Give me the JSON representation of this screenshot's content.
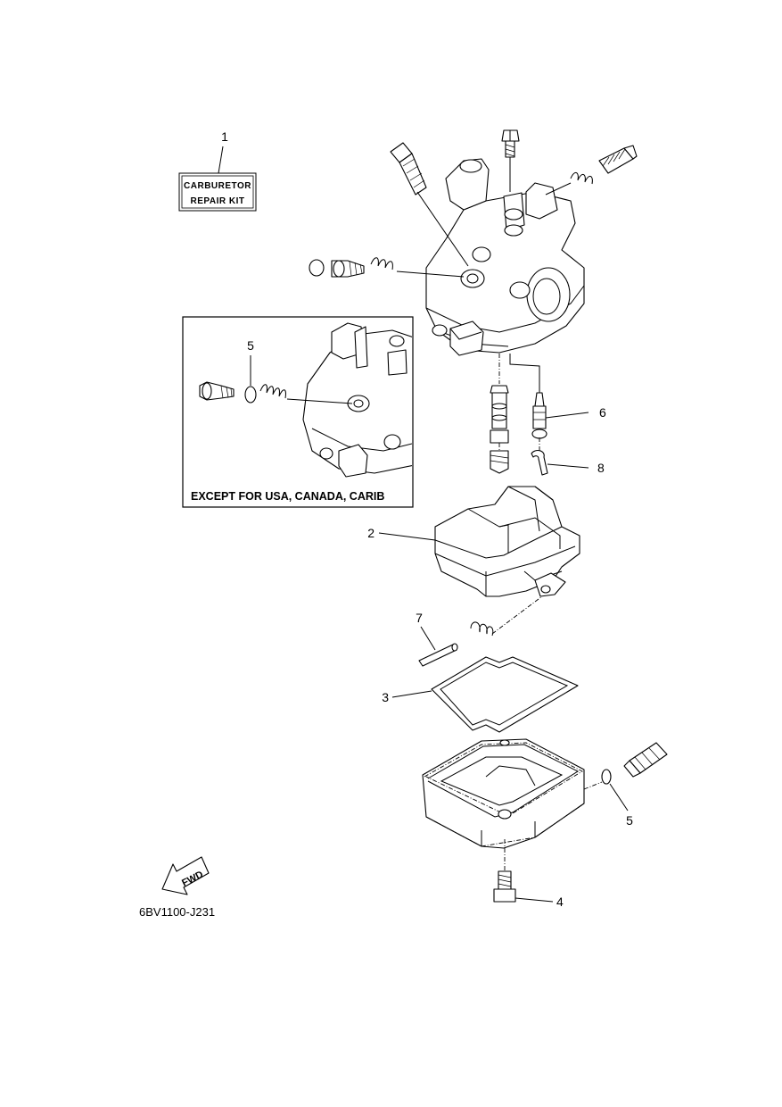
{
  "kit_label": {
    "line1": "CARBURETOR",
    "line2": "REPAIR KIT"
  },
  "inset_caption": "EXCEPT FOR USA, CANADA, CARIB",
  "fwd_label": "FWD",
  "diagram_code": "6BV1100-J231",
  "callouts": {
    "kit": "1",
    "float": "2",
    "gasket": "3",
    "bolt": "4",
    "oring_inset": "5",
    "oring_drain": "5",
    "needle_valve": "6",
    "pin": "7",
    "clip": "8"
  }
}
